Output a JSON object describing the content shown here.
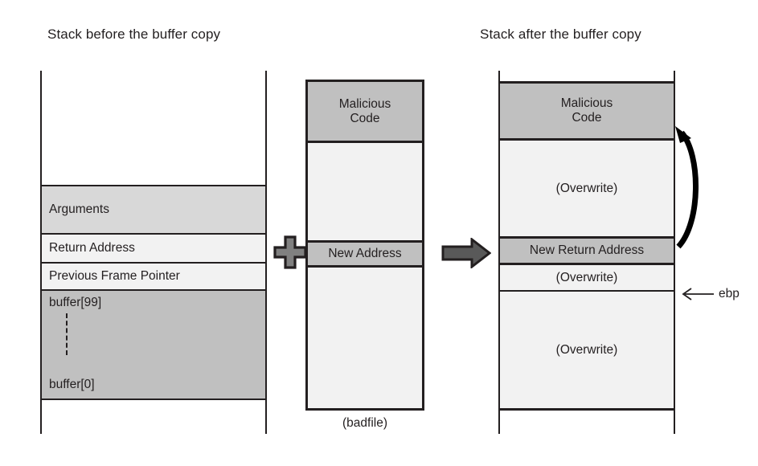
{
  "titles": {
    "before": "Stack before the buffer copy",
    "after": "Stack after the buffer copy"
  },
  "left_stack": {
    "name": "stack-before",
    "cells": [
      {
        "label": "",
        "fill": "#ffffff"
      },
      {
        "label": "Arguments",
        "fill": "#d8d8d8"
      },
      {
        "label": "Return Address",
        "fill": "#f2f2f2"
      },
      {
        "label": "Previous Frame Pointer",
        "fill": "#f2f2f2"
      },
      {
        "label": "buffer[99]",
        "fill": "#c0c0c0"
      },
      {
        "label": "buffer[0]",
        "fill": "#c0c0c0"
      },
      {
        "label": "",
        "fill": "#ffffff"
      }
    ]
  },
  "badfile": {
    "caption": "(badfile)",
    "cells": [
      {
        "label": "Malicious\nCode",
        "line1": "Malicious",
        "line2": "Code",
        "fill": "#c0c0c0"
      },
      {
        "label": "",
        "fill": "#f2f2f2"
      },
      {
        "label": "New Address",
        "fill": "#c0c0c0"
      },
      {
        "label": "",
        "fill": "#f2f2f2"
      }
    ]
  },
  "right_stack": {
    "name": "stack-after",
    "cells": [
      {
        "line1": "Malicious",
        "line2": "Code",
        "fill": "#c0c0c0"
      },
      {
        "label": "(Overwrite)",
        "fill": "#f2f2f2"
      },
      {
        "label": "New Return Address",
        "fill": "#c0c0c0"
      },
      {
        "label": "(Overwrite)",
        "fill": "#f2f2f2"
      },
      {
        "label": "(Overwrite)",
        "fill": "#f2f2f2"
      }
    ]
  },
  "operators": {
    "plus": "+",
    "arrow": "→"
  },
  "annotations": {
    "ebp": "ebp",
    "ebp_arrow": "←"
  },
  "colors": {
    "outline": "#231f20",
    "fill_dark": "#c0c0c0",
    "fill_mid": "#d8d8d8",
    "fill_light": "#f2f2f2",
    "arrow_body": "#595959",
    "plus_body": "#808080"
  }
}
